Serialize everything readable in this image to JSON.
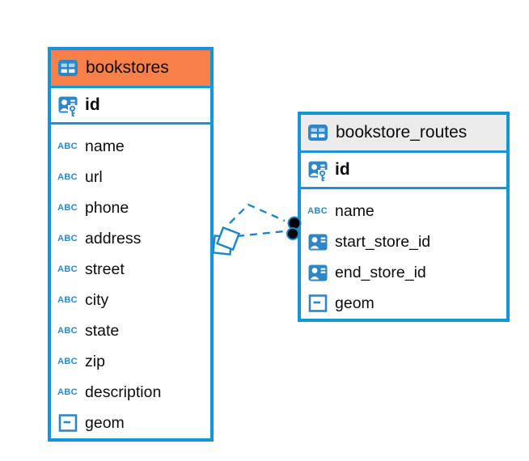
{
  "diagram": {
    "kind": "entity-relationship",
    "background": "#ffffff"
  },
  "colors": {
    "table_border": "#1495d6",
    "bookstores_header_bg": "#f8814a",
    "bookstore_routes_header_bg": "#ebebeb",
    "icon_blue": "#2e86c6",
    "text_color": "#0c0c0c",
    "relation_line": "#1a86c8",
    "relation_dot_fill": "#000000"
  },
  "icon_labels": {
    "text_type": "ABC"
  },
  "tables": [
    {
      "name": "bookstores",
      "icon": "table-icon",
      "columns": [
        {
          "name": "id",
          "type": "primary-key",
          "icon": "primary-key-icon"
        },
        {
          "name": "name",
          "type": "text",
          "icon": "text-type-icon"
        },
        {
          "name": "url",
          "type": "text",
          "icon": "text-type-icon"
        },
        {
          "name": "phone",
          "type": "text",
          "icon": "text-type-icon"
        },
        {
          "name": "address",
          "type": "text",
          "icon": "text-type-icon"
        },
        {
          "name": "street",
          "type": "text",
          "icon": "text-type-icon"
        },
        {
          "name": "city",
          "type": "text",
          "icon": "text-type-icon"
        },
        {
          "name": "state",
          "type": "text",
          "icon": "text-type-icon"
        },
        {
          "name": "zip",
          "type": "text",
          "icon": "text-type-icon"
        },
        {
          "name": "description",
          "type": "text",
          "icon": "text-type-icon"
        },
        {
          "name": "geom",
          "type": "geometry",
          "icon": "geometry-icon"
        }
      ]
    },
    {
      "name": "bookstore_routes",
      "icon": "table-icon",
      "columns": [
        {
          "name": "id",
          "type": "primary-key",
          "icon": "primary-key-icon"
        },
        {
          "name": "name",
          "type": "text",
          "icon": "text-type-icon"
        },
        {
          "name": "start_store_id",
          "type": "reference",
          "icon": "reference-icon"
        },
        {
          "name": "end_store_id",
          "type": "reference",
          "icon": "reference-icon"
        },
        {
          "name": "geom",
          "type": "geometry",
          "icon": "geometry-icon"
        }
      ]
    }
  ],
  "relations": {
    "source_table": "bookstores",
    "target_table": "bookstore_routes",
    "line_style": "dashed",
    "line_count": 2,
    "source_marker": "overlapping-squares",
    "target_marker": "filled-circles"
  }
}
